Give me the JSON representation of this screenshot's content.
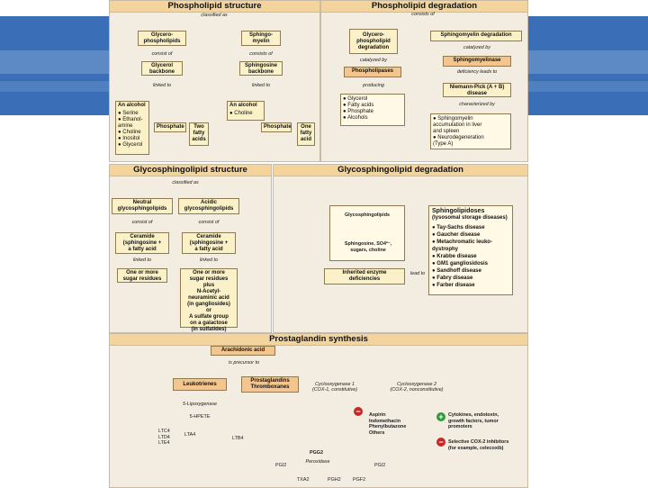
{
  "phospholipid_structure": {
    "title": "Phospholipid structure",
    "classified_as": "classified as",
    "glycerophospholipids": "Glycero-\nphospholipids",
    "sphingomyelin": "Sphingo-\nmyelin",
    "consist_of_1": "consist of",
    "consist_of_2": "consists of",
    "glycerol_backbone": "Glycerol\nbackbone",
    "sphingosine_backbone": "Sphingosine\nbackbone",
    "linked_to_1": "linked to",
    "linked_to_2": "linked to",
    "an_alcohol_1": "An alcohol",
    "alcohol_list": "● Serine\n● Ethanol-\n   amine\n● Choline\n● Inositol\n● Glycerol",
    "phosphate_1": "Phosphate",
    "two_fatty_acids": "Two\nfatty\nacids",
    "an_alcohol_2": "An alcohol",
    "choline": "● Choline",
    "phosphate_2": "Phosphate",
    "one_fatty_acid": "One\nfatty\nacid"
  },
  "phospholipid_degradation": {
    "title": "Phospholipid degradation",
    "consists_of": "consists of",
    "glycerophospholipid_degradation": "Glycero-\nphospholipid\ndegradation",
    "sphingomyelin_degradation": "Sphingomyelin degradation",
    "catalyzed_by_1": "catalyzed by",
    "catalyzed_by_2": "catalyzed by",
    "phospholipases": "Phospholipases",
    "sphingomyelinase": "Sphingomyelinase",
    "producing": "producing",
    "deficiency_leads_to": "deficiency leads to",
    "products": "● Glycerol\n● Fatty acids\n● Phosphate\n● Alcohols",
    "niemann_pick": "Niemann-Pick (A + B)\ndisease",
    "characterized_by": "characterized by",
    "characteristics": "● Sphingomyelin\n   accumulation in liver\n   and spleen\n● Neurodegeneration\n   (Type A)"
  },
  "glycosphingolipid_structure": {
    "title": "Glycosphingolipid structure",
    "classified_as": "classified as",
    "neutral": "Neutral\nglycosphingolipids",
    "acidic": "Acidic\nglycosphingolipids",
    "consist_of_1": "consist of",
    "consist_of_2": "consist of",
    "ceramide_1": "Ceramide\n(sphingosine +\na fatty acid",
    "ceramide_2": "Ceramide\n(sphingosine +\na fatty acid",
    "linked_to_1": "linked to",
    "linked_to_2": "linked to",
    "sugar_residues": "One or more\nsugar residues",
    "acidic_residues": "One or more\nsugar residues\nplus\nN-Acetyl-\nneuraminic acid\n(in gangliosides)\nor\nA sulfate group\non a galactose\n(in sulfatides)"
  },
  "glycosphingolipid_degradation": {
    "title": "Glycosphingolipid degradation",
    "glycosphingolipids": "Glycosphingolipids",
    "breakdown_products": "Sphingosine, SO4²⁻,\nsugars, choline",
    "inherited_deficiencies": "Inherited enzyme\ndeficiencies",
    "lead_to": "lead to",
    "sphingolipidoses_title": "Sphingolipidoses",
    "sphingolipidoses_sub": "(lysosomal storage diseases)",
    "diseases": "● Tay-Sachs disease\n● Gaucher disease\n● Metachromatic leuko-\n   dystrophy\n● Krabbe disease\n● GM1 gangliosidosis\n● Sandhoff disease\n● Fabry disease\n● Farber disease"
  },
  "prostaglandin_synthesis": {
    "title": "Prostaglandin synthesis",
    "arachidonic_acid": "Arachidonic acid",
    "is_precursor_to": "is precursor to",
    "leukotrienes": "Leukotrienes",
    "prostaglandins": "Prostaglandins\nThromboxanes",
    "lipoxygenase": "5-Lipoxygenase",
    "hpete": "5-HPETE",
    "ltc4": "LTC4\nLTD4\nLTE4",
    "lta4": "LTA4",
    "ltb4": "LTB4",
    "cox1": "Cyclooxygenase 1\n(COX-1, constitutive)",
    "cox2": "Cyclooxygenase 2\n(COX-2, nonconstitutive)",
    "nsaids": "Aspirin\nIndomethacin\nPhenylbutazone\nOthers",
    "inducers": "Cytokines, endotoxin,\ngrowth factors, tumor\npromoters",
    "cox2_inhibitors": "Selective COX-2 inhibitors\n(for example, celecoxib)",
    "pgg2": "PGG2",
    "peroxidase": "Peroxidase",
    "pgh2": "PGH2",
    "pgi2_left": "PGI2",
    "pgi2_right": "PGI2",
    "txa2": "TXA2",
    "pgf2": "PGF2",
    "minus": "−",
    "plus": "+"
  }
}
